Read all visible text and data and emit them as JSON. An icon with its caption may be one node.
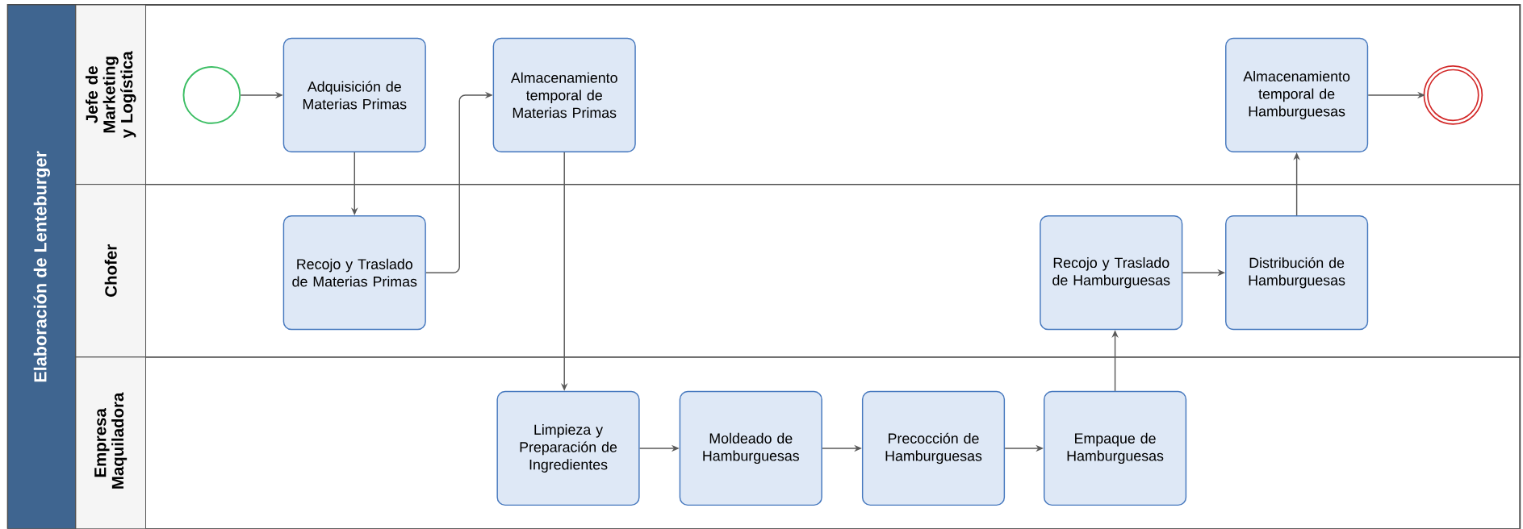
{
  "diagram": {
    "nodes": [
      {
        "text": [
          "Elaboración de Lenteburger"
        ]
      },
      {
        "text": [
          "Jefe de Marketing y Logística"
        ],
        "in": 0
      },
      {
        "text": [
          "Chofer"
        ],
        "in": 0
      },
      {
        "text": [
          "Empresa Maquiladora"
        ],
        "in": 0
      },
      {
        "text": [],
        "shape": "circle",
        "in": 1
      },
      {
        "text": [
          "Adquisición de Materias Primas"
        ],
        "in": 1
      },
      {
        "text": [
          "Almacenamiento temporal de Materias Primas"
        ],
        "in": 1
      },
      {
        "text": [
          "Almacenamiento temporal de Hamburguesas"
        ],
        "in": 1
      },
      {
        "text": [],
        "shape": "circle",
        "in": 1
      },
      {
        "text": [
          "Recojo y Traslado de Materias Primas"
        ],
        "in": 2
      },
      {
        "text": [
          "Recojo y Traslado de Hamburguesas"
        ],
        "in": 2
      },
      {
        "text": [
          "Distribución de Hamburguesas"
        ],
        "in": 2
      },
      {
        "text": [
          "Limpieza y Preparación de Ingredientes"
        ],
        "in": 3
      },
      {
        "text": [
          "Moldeado de Hamburguesas"
        ],
        "in": 3
      },
      {
        "text": [
          "Precocción de Hamburguesas"
        ],
        "in": 3
      },
      {
        "text": [
          "Empaque de Hamburguesas"
        ],
        "in": 3
      }
    ],
    "edges": [
      {
        "from": 4,
        "to": 5,
        "arrow": "to"
      },
      {
        "from": 5,
        "to": 9,
        "arrow": "to"
      },
      {
        "from": 9,
        "to": 6,
        "arrow": "to"
      },
      {
        "from": 6,
        "to": 12,
        "arrow": "to"
      },
      {
        "from": 12,
        "to": 13,
        "arrow": "to"
      },
      {
        "from": 13,
        "to": 14,
        "arrow": "to"
      },
      {
        "from": 14,
        "to": 15,
        "arrow": "to"
      },
      {
        "from": 15,
        "to": 10,
        "arrow": "to"
      },
      {
        "from": 10,
        "to": 11,
        "arrow": "to"
      },
      {
        "from": 11,
        "to": 7,
        "arrow": "to"
      },
      {
        "from": 7,
        "to": 8,
        "arrow": "to"
      }
    ]
  }
}
